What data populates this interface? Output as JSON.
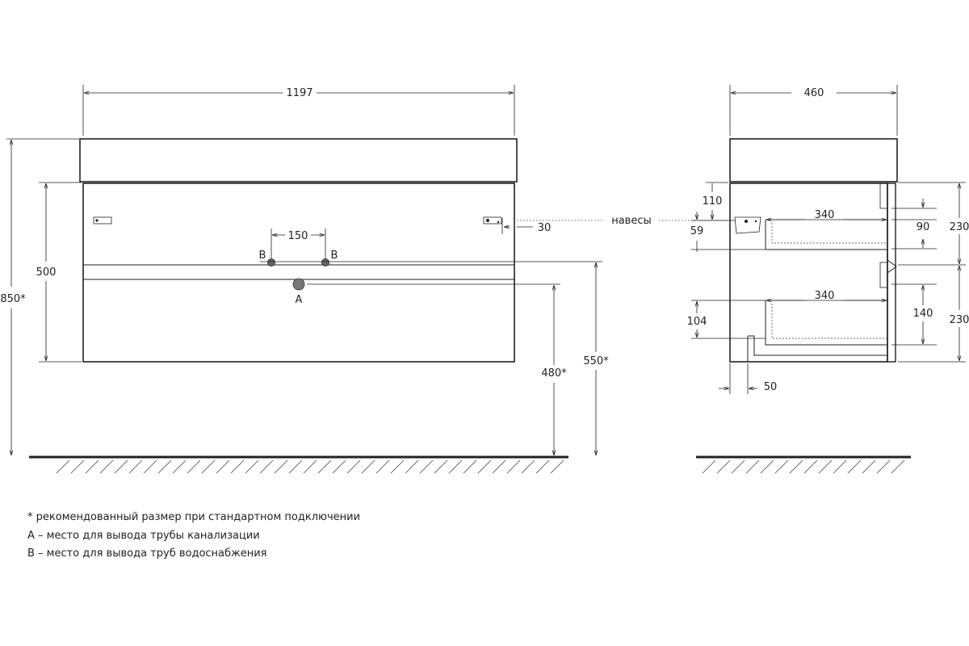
{
  "front": {
    "width": "1197",
    "height_total": "850*",
    "body_height": "500",
    "pipe_spacing": "150",
    "hinge_offset": "30",
    "label_b_left": "B",
    "label_b_right": "B",
    "label_a": "A",
    "height_a": "480*",
    "height_b": "550*"
  },
  "side": {
    "depth": "460",
    "hinges_label": "навесы",
    "hinge_from_top": "110",
    "hinge_height": "59",
    "drawer_top_width": "340",
    "drawer_top_height": "90",
    "drawer_top_front": "230",
    "drawer_bottom_width": "340",
    "drawer_bottom_height": "140",
    "drawer_bottom_front": "230",
    "drawer_bottom_offset": "104",
    "plinth_offset": "50"
  },
  "notes": [
    "* рекомендованный размер при стандартном подключении",
    "А – место для вывода трубы канализации",
    "В – место для вывода труб водоснабжения"
  ]
}
